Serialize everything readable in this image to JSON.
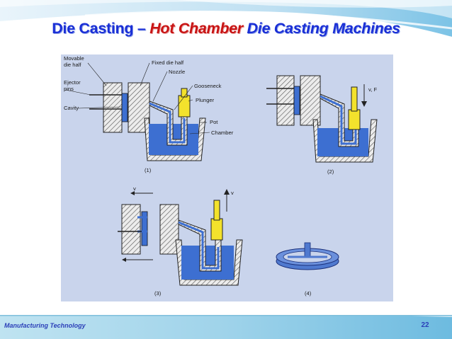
{
  "title": {
    "part1": "Die Casting – ",
    "highlight": "Hot Chamber",
    "part2": " Die Casting Machines"
  },
  "diagram_labels": {
    "movable_die_half_1": "Movable",
    "movable_die_half_2": "die half",
    "fixed_die_half": "Fixed die half",
    "nozzle": "Nozzle",
    "ejector_pins_1": "Ejector",
    "ejector_pins_2": "pins",
    "gooseneck": "Gooseneck",
    "cavity": "Cavity",
    "plunger": "Plunger",
    "pot": "Pot",
    "chamber": "Chamber",
    "step1": "(1)",
    "step2": "(2)",
    "step3": "(3)",
    "step4": "(4)",
    "force": "v, F",
    "velocity_up": "v",
    "velocity_left": "v"
  },
  "footer": {
    "course": "Manufacturing Technology",
    "page": "22"
  },
  "colors": {
    "title_blue": "#1a2fd6",
    "title_red": "#c81414",
    "diagram_bg": "#c9d4ec",
    "molten_metal": "#3d6fd1",
    "plunger_yellow": "#f3e22c",
    "footer_blue": "#2b3fb8"
  }
}
